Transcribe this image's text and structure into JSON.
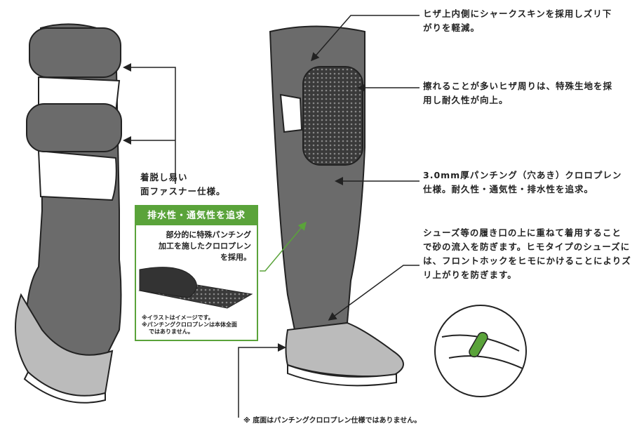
{
  "callouts": {
    "fastener": [
      "着脱し易い",
      "面ファスナー仕様。"
    ],
    "sharkskin": [
      "ヒザ上内側にシャークスキンを採用しズリ下",
      "がりを軽減。"
    ],
    "knee": [
      "擦れることが多いヒザ周りは、特殊生地を採",
      "用し耐久性が向上。"
    ],
    "punching": [
      "3.0mm厚パンチング（穴あき）クロロプレン",
      "仕様。耐久性・通気性・排水性を追求。"
    ],
    "shoes": [
      "シューズ等の履き口の上に重ねて着用すること",
      "で砂の流入を防ぎます。ヒモタイプのシューズに",
      "は、フロントホックをヒモにかけることによりズ",
      "リ上がりを防ぎます。"
    ]
  },
  "green_box": {
    "title": "排水性・通気性を追求",
    "body": [
      "部分的に特殊パンチング",
      "加工を施したクロロプレン",
      "を採用。"
    ],
    "footnotes": [
      "※イラストはイメージです。",
      "※パンチングクロロプレンは本体全面",
      "ではありません。"
    ]
  },
  "bottom_note": "※ 底面はパンチングクロロプレン仕様ではありません。",
  "colors": {
    "accent_green": "#5aa33a",
    "neoprene": "#6b6b6b",
    "dark": "#3a3a3a"
  }
}
